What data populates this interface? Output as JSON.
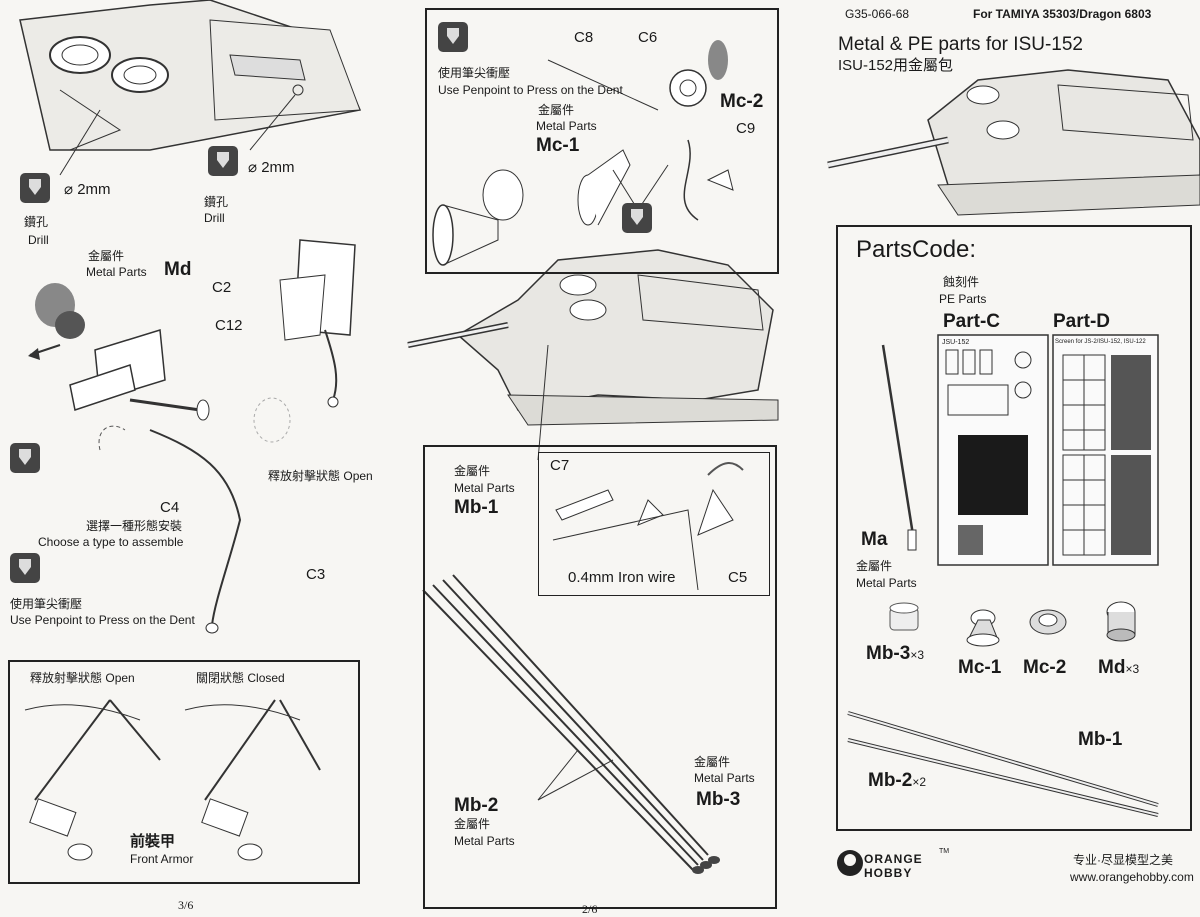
{
  "p3": {
    "code": "G35-066-68",
    "for_text": "For TAMIYA 35303/Dragon 6803",
    "title": "Metal & PE parts for ISU-152",
    "subtitle": "ISU-152用金屬包",
    "parts_code": "PartsCode:",
    "pe_cn": "蝕刻件",
    "pe_en": "PE Parts",
    "part_c": "Part-C",
    "part_d": "Part-D",
    "ma": "Ma",
    "metal_cn": "金屬件",
    "metal_en": "Metal Parts",
    "mb3": "Mb-3",
    "x3a": "×3",
    "mc1": "Mc-1",
    "mc2": "Mc-2",
    "md": "Md",
    "x3b": "×3",
    "mb1": "Mb-1",
    "mb2": "Mb-2",
    "x2": "×2",
    "logo_top": "ORANGE",
    "logo_bottom": "HOBBY",
    "tm": "TM",
    "slogan": "专业·尽显模型之美",
    "url": "www.orangehobby.com",
    "etch_c_label": "JSU-152",
    "etch_d_label": "Screen for JS-2/ISU-152, ISU-122"
  },
  "p1": {
    "phi1": "2mm",
    "drill_cn1": "鑽孔",
    "drill_en1": "Drill",
    "phi2": "2mm",
    "drill_cn2": "鑽孔",
    "drill_en2": "Drill",
    "metal_cn": "金屬件",
    "metal_en": "Metal Parts",
    "md": "Md",
    "c2": "C2",
    "c12": "C12",
    "c4": "C4",
    "choose_cn": "選擇一種形態安裝",
    "choose_en": "Choose a type to assemble",
    "c3": "C3",
    "open_cn": "釋放射擊狀態",
    "open_en": "Open",
    "press_cn": "使用筆尖衝壓",
    "press_en": "Use  Penpoint to Press on the Dent",
    "box_open_cn": "釋放射擊狀態",
    "box_open_en": "Open",
    "box_closed_cn": "關閉狀態",
    "box_closed_en": "Closed",
    "front_cn": "前裝甲",
    "front_en": "Front Armor",
    "page": "3/6"
  },
  "p2": {
    "press_cn": "使用筆尖衝壓",
    "press_en": "Use  Penpoint to Press on the Dent",
    "c8": "C8",
    "c6": "C6",
    "mc2": "Mc-2",
    "metal_cn": "金屬件",
    "metal_en": "Metal Parts",
    "mc1": "Mc-1",
    "c9": "C9",
    "c7": "C7",
    "wire": "0.4mm Iron wire",
    "c5": "C5",
    "mb1_cn": "金屬件",
    "mb1_en": "Metal Parts",
    "mb1": "Mb-1",
    "mb2": "Mb-2",
    "mb2_cn": "金屬件",
    "mb2_en": "Metal Parts",
    "mb3_cn": "金屬件",
    "mb3_en": "Metal Parts",
    "mb3": "Mb-3",
    "page": "2/6"
  }
}
